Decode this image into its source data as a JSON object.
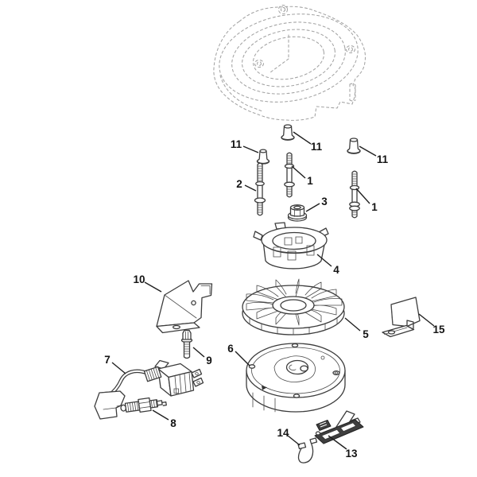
{
  "figure": {
    "colors": {
      "background": "#ffffff",
      "line": "#3c3c3c",
      "hidden_line": "#a3a3a3",
      "label": "#141414"
    },
    "callouts": [
      {
        "label": "11"
      },
      {
        "label": "11"
      },
      {
        "label": "11"
      },
      {
        "label": "1"
      },
      {
        "label": "1"
      },
      {
        "label": "2"
      },
      {
        "label": "3"
      },
      {
        "label": "4"
      },
      {
        "label": "5"
      },
      {
        "label": "6"
      },
      {
        "label": "7"
      },
      {
        "label": "8"
      },
      {
        "label": "9"
      },
      {
        "label": "10"
      },
      {
        "label": "13"
      },
      {
        "label": "14"
      },
      {
        "label": "15"
      }
    ]
  }
}
